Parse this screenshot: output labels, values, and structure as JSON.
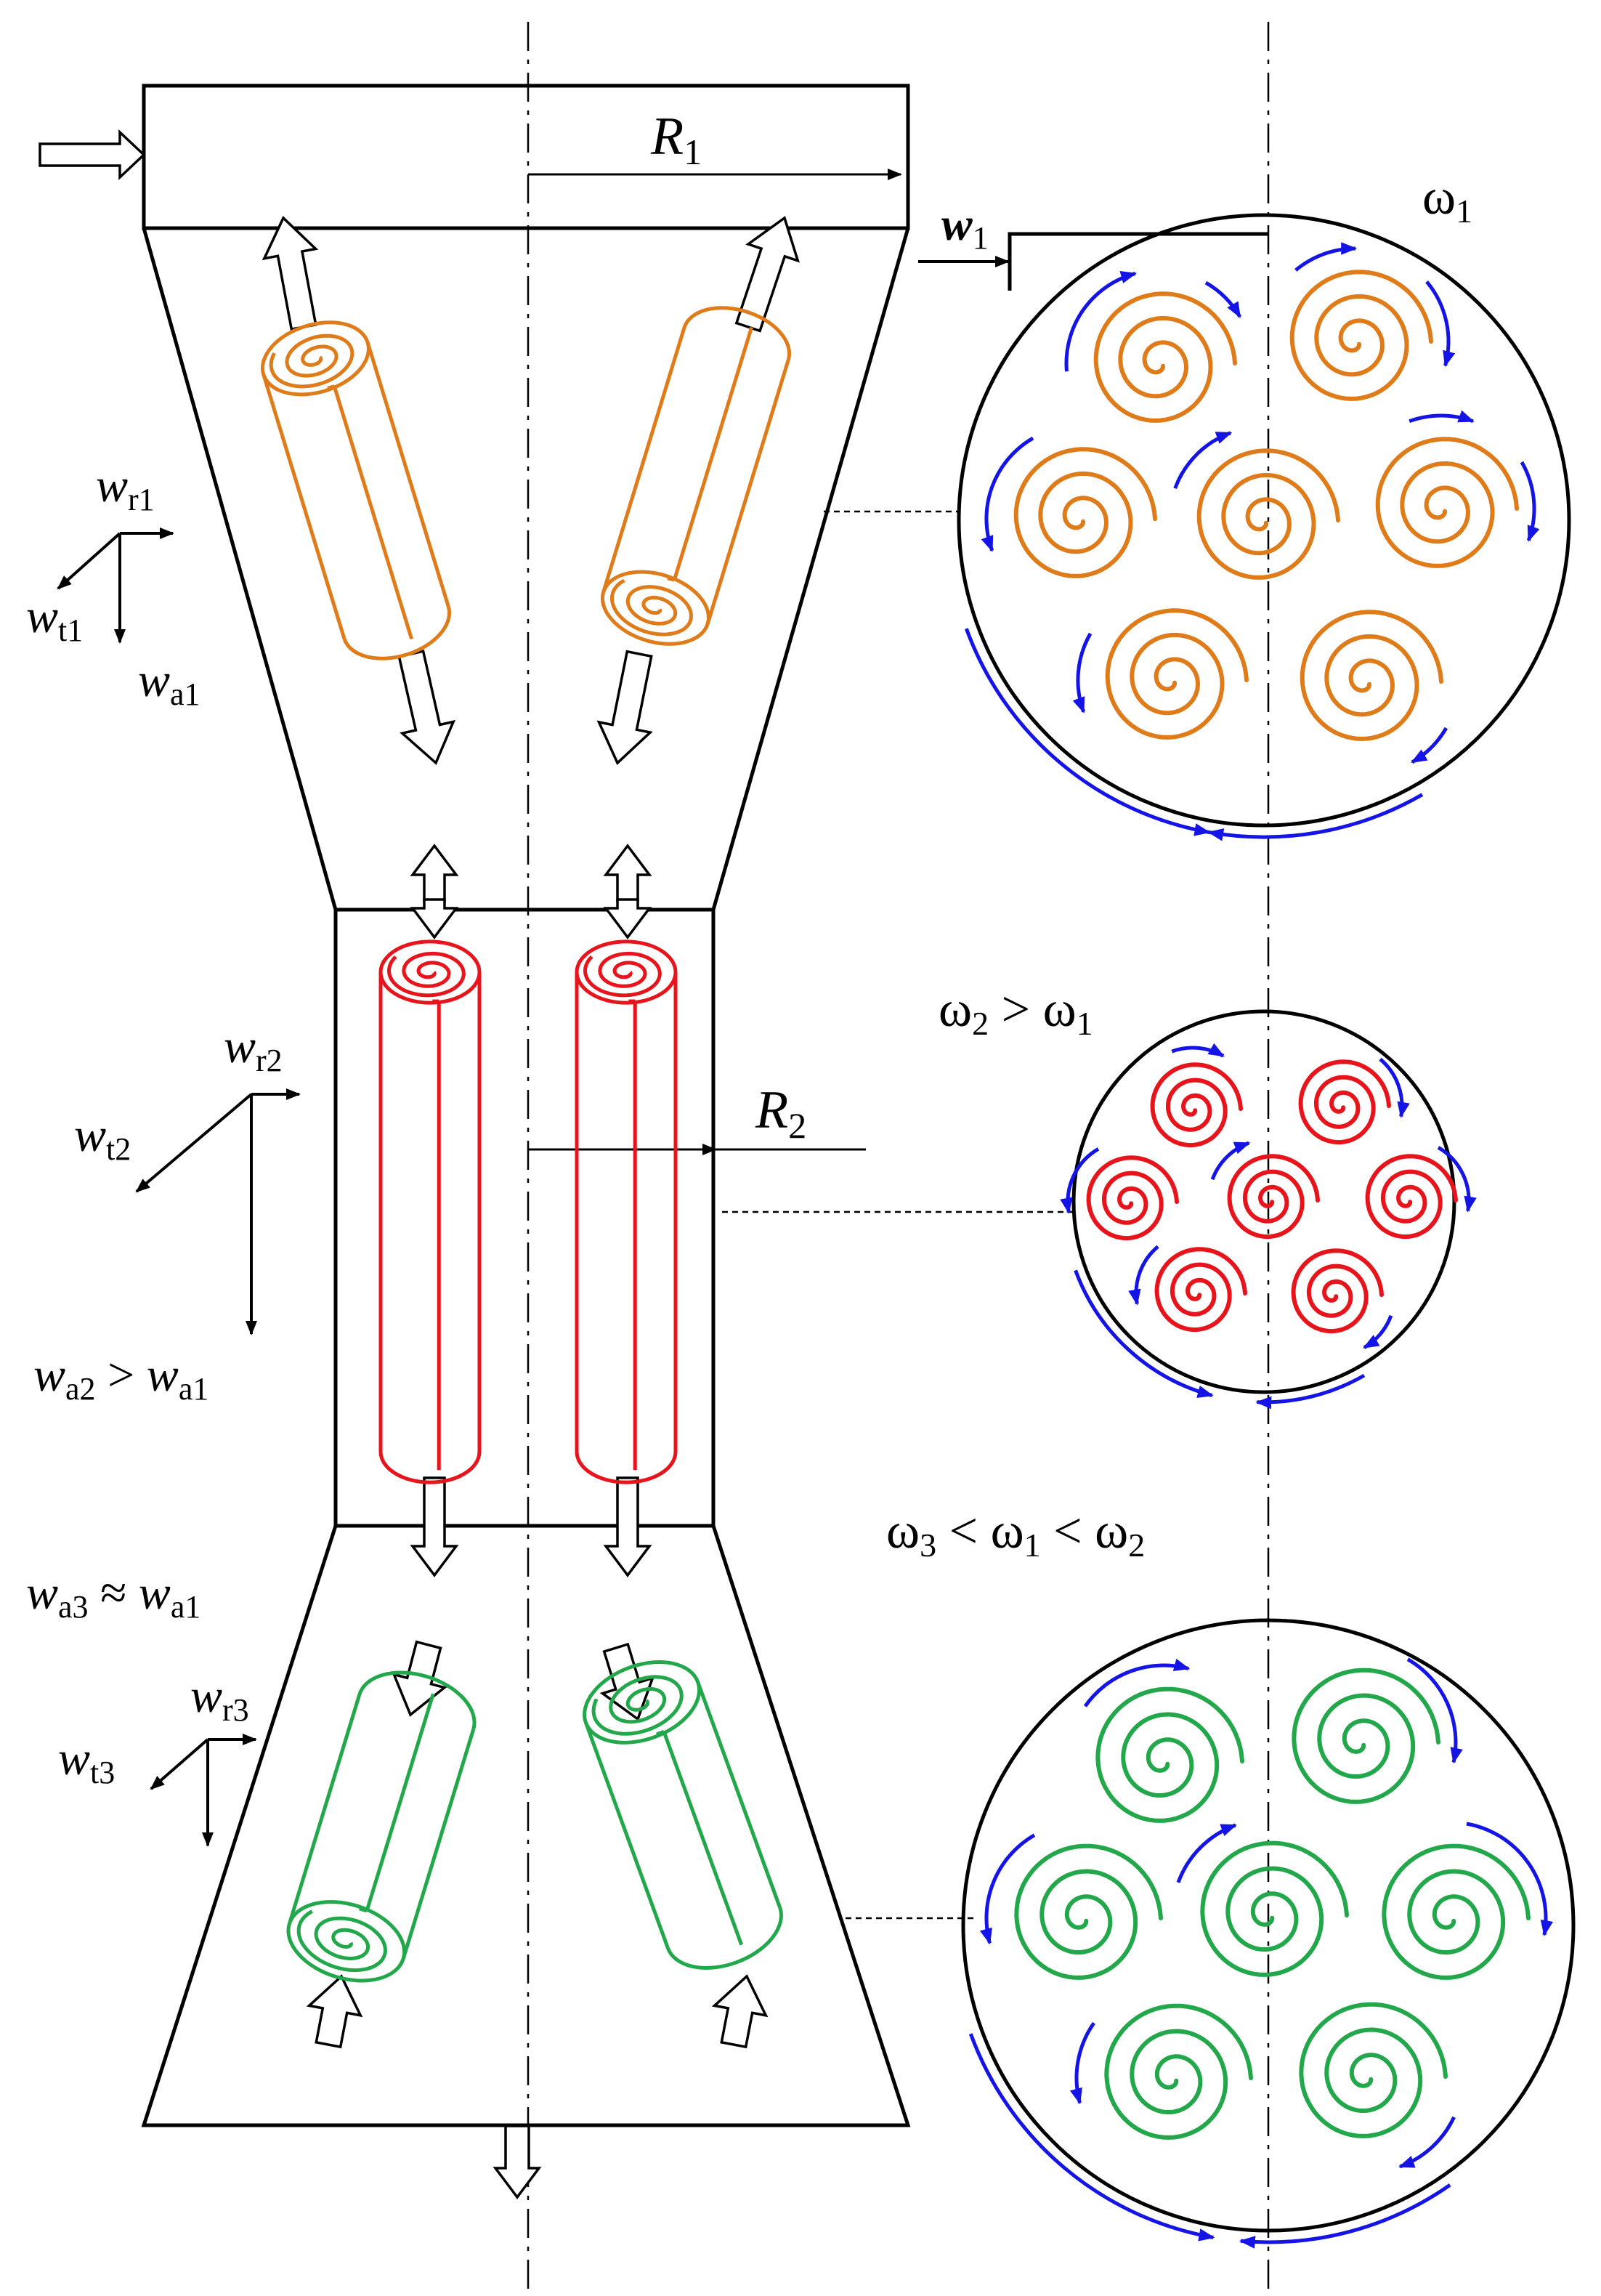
{
  "labels": {
    "R1": "R",
    "R1_sub": "1",
    "R2": "R",
    "R2_sub": "2",
    "w1": "w",
    "w1_sub": "1",
    "wr1": "w",
    "wr1_sub": "r1",
    "wt1": "w",
    "wt1_sub": "t1",
    "wa1": "w",
    "wa1_sub": "a1",
    "wr2": "w",
    "wr2_sub": "r2",
    "wt2": "w",
    "wt2_sub": "t2",
    "wa2_cmp": {
      "a": "w",
      "a_sub": "a2",
      "op": " > ",
      "b": "w",
      "b_sub": "a1"
    },
    "wr3": "w",
    "wr3_sub": "r3",
    "wt3": "w",
    "wt3_sub": "t3",
    "wa3_cmp": {
      "a": "w",
      "a_sub": "a3",
      "op": " ≈ ",
      "b": "w",
      "b_sub": "a1"
    },
    "omega1": {
      "a": "ω",
      "a_sub": "1"
    },
    "omega2_cmp": {
      "a": "ω",
      "a_sub": "2",
      "op": " > ",
      "b": "ω",
      "b_sub": "1"
    },
    "omega3_cmp": {
      "a": "ω",
      "a_sub": "3",
      "op1": " < ",
      "b": "ω",
      "b_sub": "1",
      "op2": " < ",
      "c": "ω",
      "c_sub": "2"
    }
  },
  "colors": {
    "stage1": "#E07B1A",
    "stage2": "#E8141C",
    "stage3": "#22A84A",
    "flow": "#1414E6",
    "line": "#000000"
  },
  "icons": [
    "flow-arrow-icon",
    "vortex-roll-icon",
    "spiral-vortex-icon",
    "rotation-arrow-icon"
  ]
}
